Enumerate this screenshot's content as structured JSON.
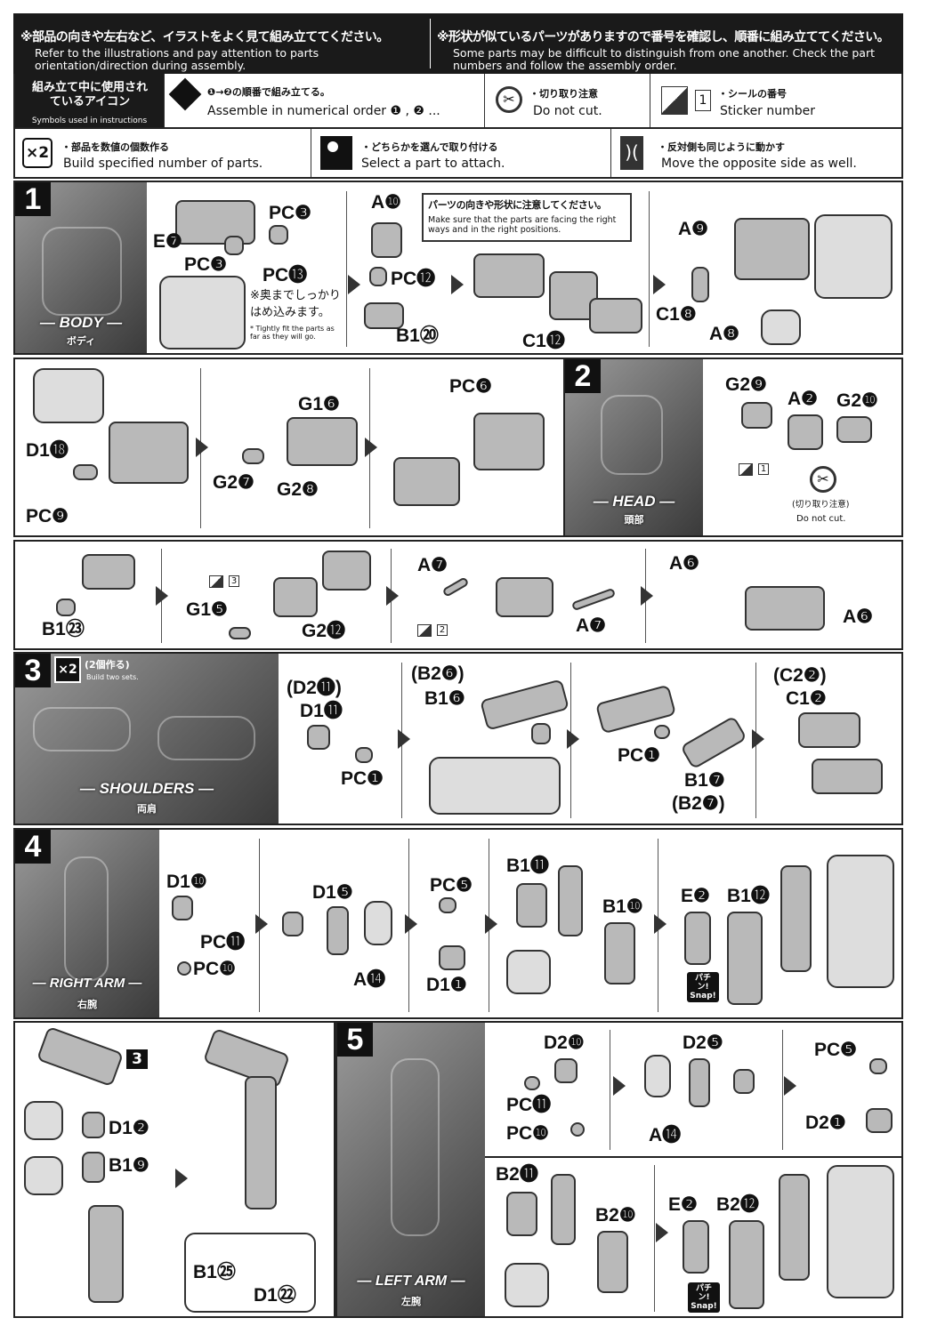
{
  "header": {
    "left_jp": "※部品の向きや左右など、イラストをよく見て組み立ててください。",
    "left_en": "Refer to the illustrations and pay attention to parts orientation/direction during assembly.",
    "right_jp": "※形状が似ているパーツがありますので番号を確認し、順番に組み立ててください。",
    "right_en": "Some parts may be difficult to distinguish from one another. Check the part numbers and follow the assembly order."
  },
  "icons": {
    "title_jp": "組み立て中に使用されているアイコン",
    "title_en": "Symbols used in instructions",
    "order_jp": "❶→❷の順番で組み立てる。",
    "order_en": "Assemble in numerical order ❶ , ❷ ...",
    "nocut_jp": "・切り取り注意",
    "nocut_en": "Do not cut.",
    "sticker_num": "1",
    "sticker_jp": "・シールの番号",
    "sticker_en": "Sticker number",
    "x2": "×2",
    "build_jp": "・部品を数値の個数作る",
    "build_en": "Build specified number of parts.",
    "select_jp": "・どちらかを選んで取り付ける",
    "select_en": "Select a part to attach.",
    "move_jp": "・反対側も同じように動かす",
    "move_en": "Move the opposite side as well."
  },
  "step1": {
    "num": "1",
    "title": "— BODY —",
    "title_jp": "ボディ",
    "labels": [
      "PC❸",
      "E❼",
      "PC❸",
      "PC⓭",
      "A❿",
      "PC⓬",
      "B1⑳",
      "C1⓬",
      "A❾",
      "C1❽",
      "A❽"
    ],
    "fit_note_jp": "※奥までしっかりはめ込みます。",
    "fit_note_en": "* Tightly fit the parts as far as they will go.",
    "facing_jp": "パーツの向きや形状に注意してください。",
    "facing_en": "Make sure that the parts are facing the right ways and in the right positions."
  },
  "step1b": {
    "labels": [
      "D1⓲",
      "PC❾",
      "G1❻",
      "G2❼",
      "G2❽",
      "PC❻"
    ]
  },
  "step2": {
    "num": "2",
    "title": "— HEAD —",
    "title_jp": "頭部",
    "labels": [
      "G2❾",
      "A❷",
      "G2❿"
    ],
    "sticker": "1",
    "nocut_jp": "(切り取り注意)",
    "nocut_en": "Do not cut."
  },
  "step2b": {
    "labels": [
      "B1㉓",
      "G1❺",
      "G2⓬",
      "A❼",
      "A❼",
      "A❻",
      "A❻"
    ],
    "stickers": [
      "3",
      "2"
    ]
  },
  "step3": {
    "num": "3",
    "x2": "×2",
    "x2_jp": "(2個作る)",
    "x2_en": "Build two sets.",
    "title": "— SHOULDERS —",
    "title_jp": "両肩",
    "labels": [
      "(D2⓫)",
      "D1⓫",
      "PC❶",
      "(B2❻)",
      "B1❻",
      "PC❶",
      "B1❼",
      "(B2❼)",
      "(C2❷)",
      "C1❷"
    ]
  },
  "step4": {
    "num": "4",
    "title": "— RIGHT ARM —",
    "title_jp": "右腕",
    "labels": [
      "D1❿",
      "PC⓫",
      "PC❿",
      "D1❺",
      "A⓮",
      "PC❺",
      "D1❶",
      "B1⓫",
      "B1❿",
      "E❷",
      "B1⓬"
    ],
    "snap": "パチン! Snap!"
  },
  "step4b": {
    "ref": "3",
    "labels": [
      "D1❷",
      "B1❾",
      "B1㉕",
      "D1㉒"
    ]
  },
  "step5": {
    "num": "5",
    "title": "— LEFT ARM —",
    "title_jp": "左腕",
    "labels": [
      "D2❿",
      "PC⓫",
      "PC❿",
      "D2❺",
      "A⓮",
      "PC❺",
      "D2❶",
      "B2⓫",
      "B2❿",
      "E❷",
      "B2⓬"
    ],
    "snap": "パチン! Snap!"
  }
}
